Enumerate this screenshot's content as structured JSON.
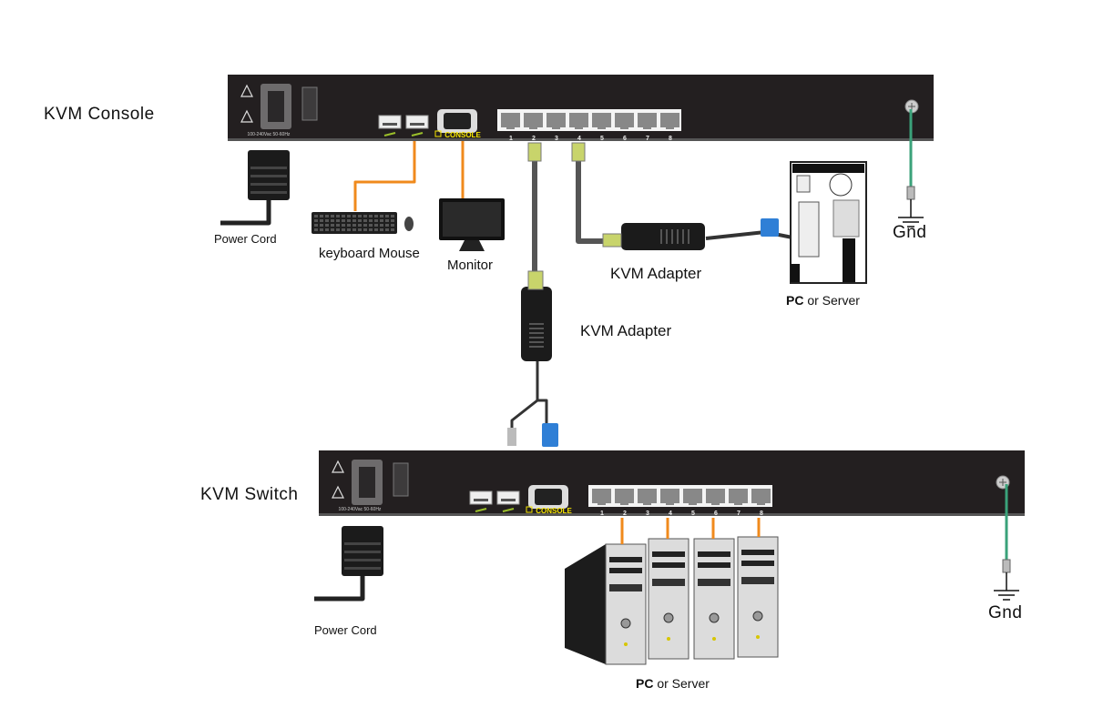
{
  "labels": {
    "kvm_console": "KVM  Console",
    "kvm_switch": "KVM  Switch",
    "power_cord_top": "Power Cord",
    "power_cord_bottom": "Power Cord",
    "keyboard_mouse": "keyboard  Mouse",
    "monitor": "Monitor",
    "kvm_adapter_right": "KVM Adapter",
    "kvm_adapter_center": "KVM Adapter",
    "pc_bold_top": "PC",
    "pc_rest_top": " or  Server",
    "pc_bold_bottom": "PC",
    "pc_rest_bottom": " or  Server",
    "gnd_top": "Gnd",
    "gnd_bottom": "Gnd"
  },
  "device_panel": {
    "voltage": "100-240Vac 50-60Hz",
    "console_port": "CONSOLE",
    "port_numbers": [
      "1",
      "2",
      "3",
      "4",
      "5",
      "6",
      "7",
      "8"
    ]
  },
  "colors": {
    "panel": "#231f20",
    "console_label": "#f5e400",
    "usb_icon": "#9bbf2a",
    "cable_orange": "#f08a1c",
    "ground_wire": "#3aa27a",
    "vga_blue": "#2f7fd6"
  },
  "icons": [
    "warning-icon",
    "power-inlet-icon",
    "power-switch-icon",
    "usb-port-icon",
    "vga-port-icon",
    "rj45-port-icon",
    "ground-icon"
  ]
}
